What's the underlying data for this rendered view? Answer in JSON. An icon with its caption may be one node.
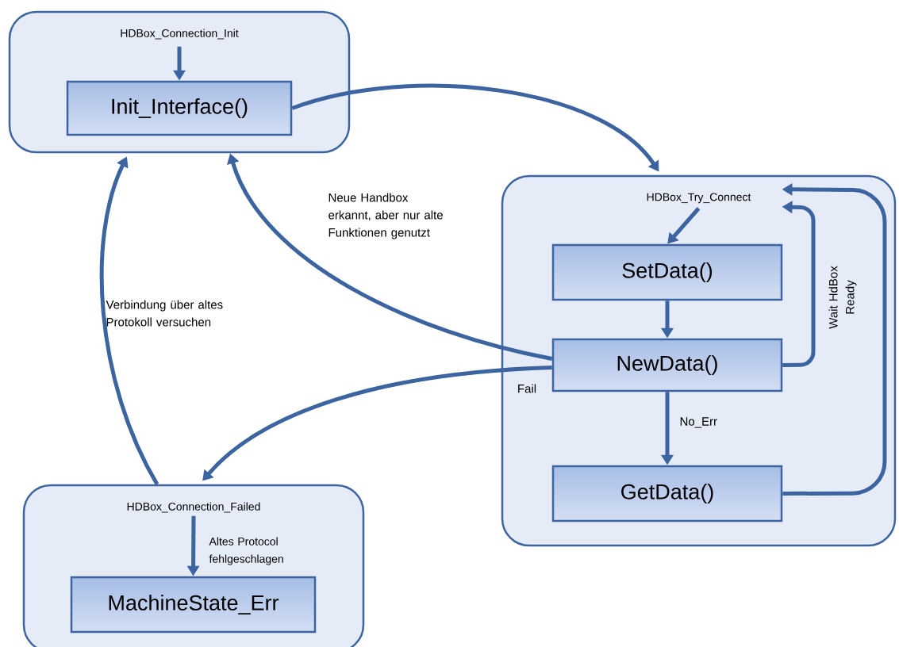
{
  "diagram": {
    "nodes": [
      {
        "text": [
          "HDBox_Connection_Init"
        ]
      },
      {
        "text": [
          "Init_Interface()"
        ],
        "in": 0
      },
      {
        "text": [
          "HDBox_Try_Connect"
        ]
      },
      {
        "text": [
          "SetData()"
        ],
        "in": 2
      },
      {
        "text": [
          "NewData()"
        ],
        "in": 2
      },
      {
        "text": [
          "GetData()"
        ],
        "in": 2
      },
      {
        "text": [
          "HDBox_Connection_Failed"
        ]
      },
      {
        "text": [
          "MachineState_Err"
        ],
        "in": 6
      }
    ],
    "edges": [
      {
        "from": 0,
        "to": 1,
        "arrow": "to"
      },
      {
        "from": 1,
        "to": 2,
        "arrow": "to"
      },
      {
        "from": 2,
        "to": 3,
        "arrow": "to"
      },
      {
        "from": 3,
        "to": 4,
        "arrow": "to"
      },
      {
        "from": 4,
        "to": 5,
        "arrow": "to",
        "label": "No_Err"
      },
      {
        "from": 4,
        "to": 2,
        "arrow": "to",
        "label": "Wait HdBox Ready"
      },
      {
        "from": 5,
        "to": 2,
        "arrow": "to"
      },
      {
        "from": 4,
        "to": 0,
        "arrow": "to",
        "label": "Neue Handbox erkannt, aber nur alte Funktionen genutzt"
      },
      {
        "from": 4,
        "to": 6,
        "arrow": "to",
        "label": "Fail"
      },
      {
        "from": 6,
        "to": 0,
        "arrow": "to",
        "label": "Verbindung über altes Protokoll versuchen"
      },
      {
        "from": 6,
        "to": 7,
        "arrow": "to",
        "label": "Altes Protocol fehlgeschlagen"
      }
    ]
  }
}
